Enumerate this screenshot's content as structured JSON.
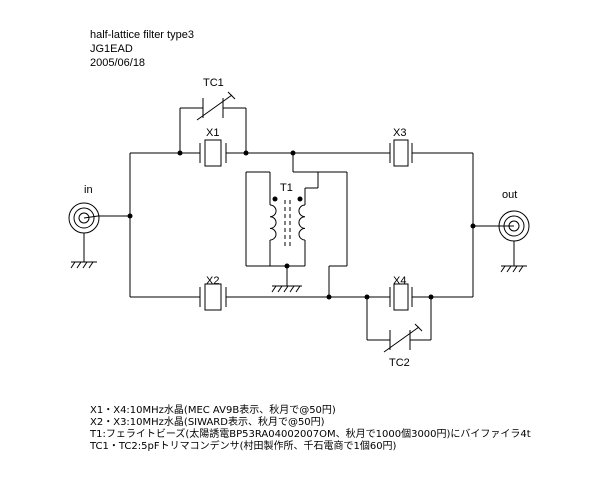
{
  "header": {
    "title": "half-lattice filter type3",
    "author": "JG1EAD",
    "date": "2005/06/18"
  },
  "labels": {
    "tc1": "TC1",
    "x1": "X1",
    "x3": "X3",
    "t1": "T1",
    "x2": "X2",
    "x4": "X4",
    "tc2": "TC2",
    "in": "in",
    "out": "out"
  },
  "notes": [
    "X1・X4:10MHz水晶(MEC AV9B表示、秋月で@50円)",
    "X2・X3:10MHz水晶(SIWARD表示、秋月で@50円)",
    "T1:フェライトビーズ(太陽誘電BP53RA04002007OM、秋月で1000個3000円)にバイファイラ4t",
    "TC1・TC2:5pFトリマコンデンサ(村田製作所、千石電商で1個60円)"
  ]
}
